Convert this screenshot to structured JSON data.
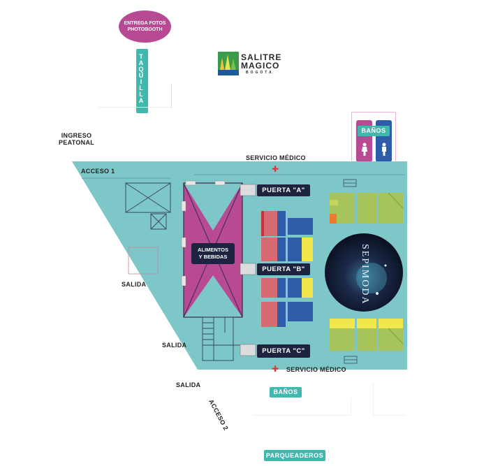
{
  "logo": {
    "line1": "SALITRE",
    "line2": "MAGICO",
    "line3": "BOGOTA"
  },
  "entrega_fotos": {
    "line1": "ENTREGA FOTOS",
    "line2": "PHOTOBOOTH"
  },
  "taquilla": "TAQUILLA",
  "ingreso": {
    "line1": "INGRESO",
    "line2": "PEATONAL"
  },
  "acceso1": "ACCESO 1",
  "acceso2": "ACCESO 2",
  "servicio_medico_top": "SERVICIO MÉDICO",
  "servicio_medico_bottom": "SERVICIO MÉDICO",
  "banos_top": "BAÑOS",
  "banos_bottom": "BAÑOS",
  "alimentos": {
    "line1": "ALIMENTOS",
    "line2": "Y BEBIDAS"
  },
  "puerta_a": "PUERTA \"A\"",
  "puerta_b": "PUERTA \"B\"",
  "puerta_c": "PUERTA \"C\"",
  "salida_1": "SALIDA",
  "salida_2": "SALIDA",
  "salida_3": "SALIDA",
  "parqueaderos": "PARQUEADEROS",
  "sepimoda": "SEPIMODA",
  "colors": {
    "floor": "#7ec7c8",
    "teal_label": "#3fb9ad",
    "magenta": "#b84a94",
    "navy": "#1e2440",
    "green": "#a6c35c",
    "blue": "#2e5ca8",
    "red": "#d76a70",
    "yellow": "#f1e64b"
  }
}
